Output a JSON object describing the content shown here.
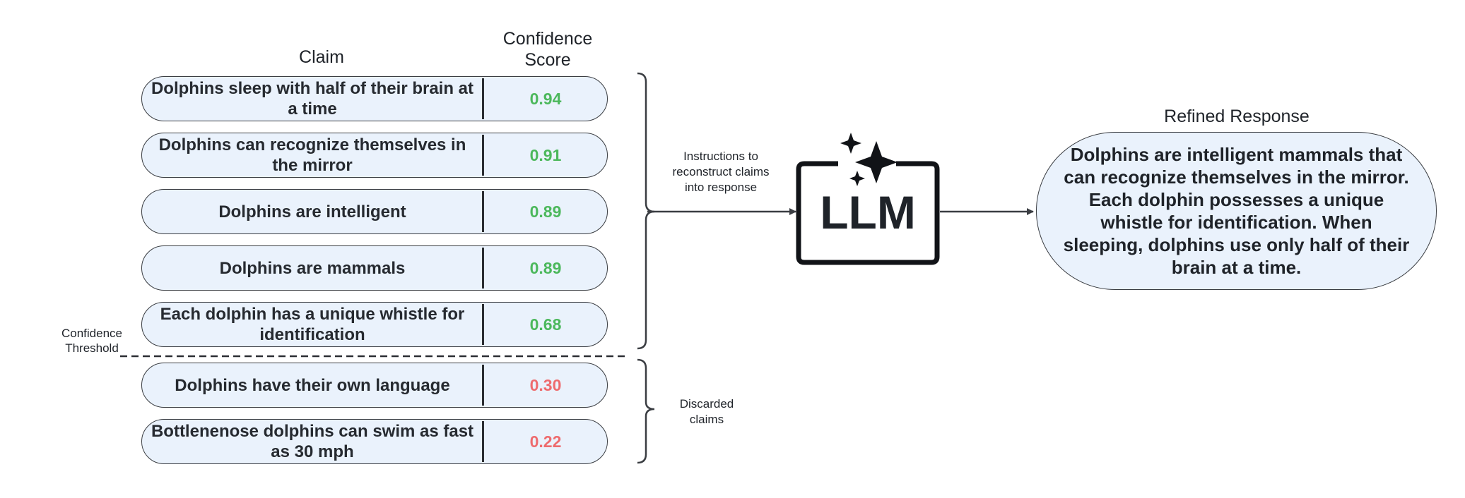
{
  "headers": {
    "claim": "Claim",
    "confidence_line1": "Confidence",
    "confidence_line2": "Score",
    "refined": "Refined Response"
  },
  "claims": [
    {
      "text": "Dolphins sleep with half of their brain at a time",
      "score": "0.94",
      "status": "kept"
    },
    {
      "text": "Dolphins can recognize themselves in the mirror",
      "score": "0.91",
      "status": "kept"
    },
    {
      "text": "Dolphins are intelligent",
      "score": "0.89",
      "status": "kept"
    },
    {
      "text": "Dolphins are mammals",
      "score": "0.89",
      "status": "kept"
    },
    {
      "text": "Each dolphin has a unique whistle for identification",
      "score": "0.68",
      "status": "kept"
    },
    {
      "text": "Dolphins have their own language",
      "score": "0.30",
      "status": "discarded"
    },
    {
      "text": "Bottlenenose dolphins can swim as fast as 30 mph",
      "score": "0.22",
      "status": "discarded"
    }
  ],
  "threshold": {
    "line1": "Confidence",
    "line2": "Threshold"
  },
  "annotations": {
    "instructions": [
      "Instructions to",
      "reconstruct claims",
      "into response"
    ],
    "discarded": [
      "Discarded",
      "claims"
    ]
  },
  "llm": {
    "label": "LLM",
    "icon": "sparkle-icon"
  },
  "refined_response": "Dolphins are intelligent mammals that can recognize themselves in the mirror. Each dolphin possesses a unique whistle for identification. When sleeping, dolphins use only half of their brain at a time.",
  "colors": {
    "kept_score": "#4cb85c",
    "discarded_score": "#ee6b6e",
    "box_fill": "#eaf2fc",
    "stroke": "#2b2e33"
  }
}
